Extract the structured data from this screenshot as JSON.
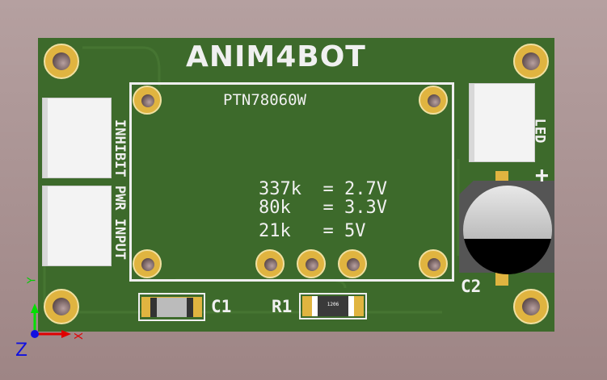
{
  "board": {
    "brand": "ANIM4BOT",
    "module": "PTN78060W",
    "notes": [
      "337k  = 2.7V",
      "80k   = 3.3V",
      "21k   = 5V"
    ],
    "left_label": "INHIBIT PWR INPUT",
    "right_label": "LED",
    "cap_label": "C2",
    "plus": "+",
    "c1_label": "C1",
    "r1_label": "R1",
    "r1_marking": "1206"
  },
  "axes": {
    "x": "X",
    "y": "Y",
    "z": "Z"
  },
  "colors": {
    "pcb": "#3d6a2b",
    "pad": "#e0b440",
    "silk": "#f0f0f0"
  }
}
